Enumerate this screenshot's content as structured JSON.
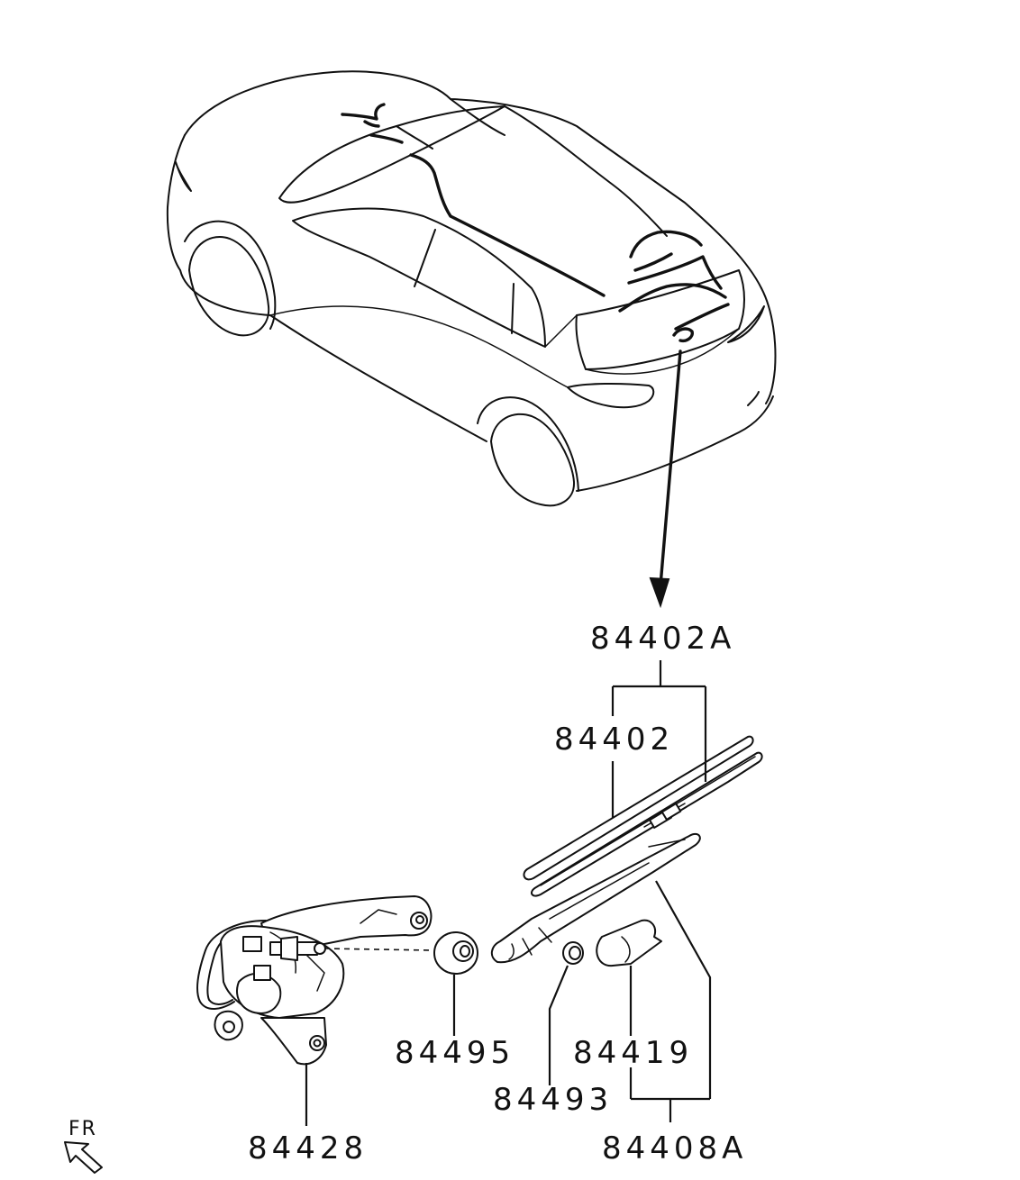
{
  "labels": {
    "p84402A": "84402A",
    "p84402": "84402",
    "p84495": "84495",
    "p84419": "84419",
    "p84493": "84493",
    "p84428": "84428",
    "p84408A": "84408A"
  },
  "direction": {
    "text": "FR",
    "icon": "arrow-up-left-icon"
  },
  "colors": {
    "line": "#111111",
    "background": "#ffffff"
  }
}
